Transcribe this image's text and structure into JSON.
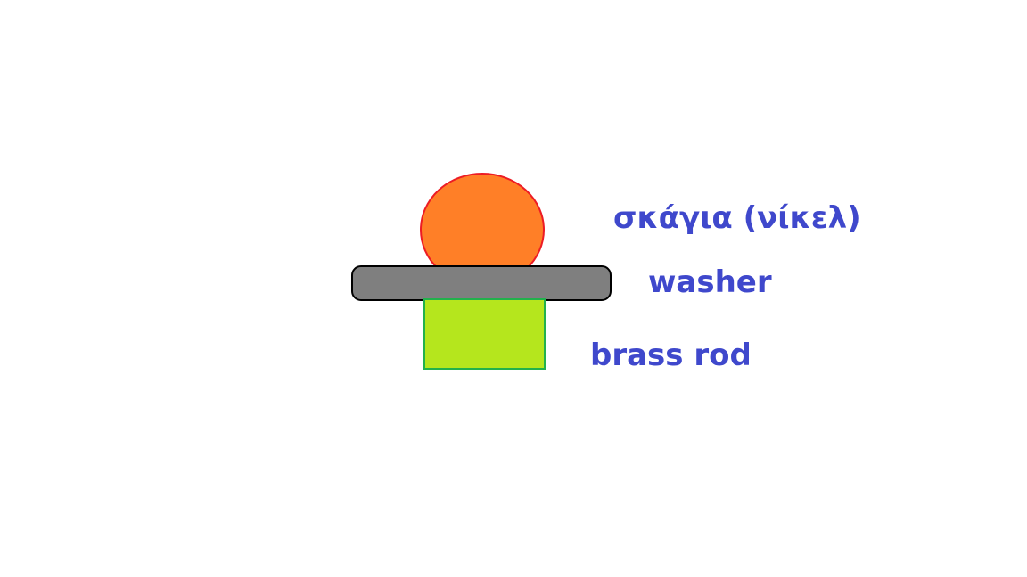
{
  "labels": {
    "shot": "σκάγια (νίκελ)",
    "washer": "washer",
    "rod": "brass rod"
  },
  "colors": {
    "label_text": "#3f48cc",
    "shot_fill": "#ff7f27",
    "shot_outline": "#ed1c24",
    "washer_fill": "#7f7f7f",
    "washer_outline": "#000000",
    "rod_fill": "#b5e61d",
    "rod_outline": "#22b14c",
    "background": "#ffffff"
  }
}
